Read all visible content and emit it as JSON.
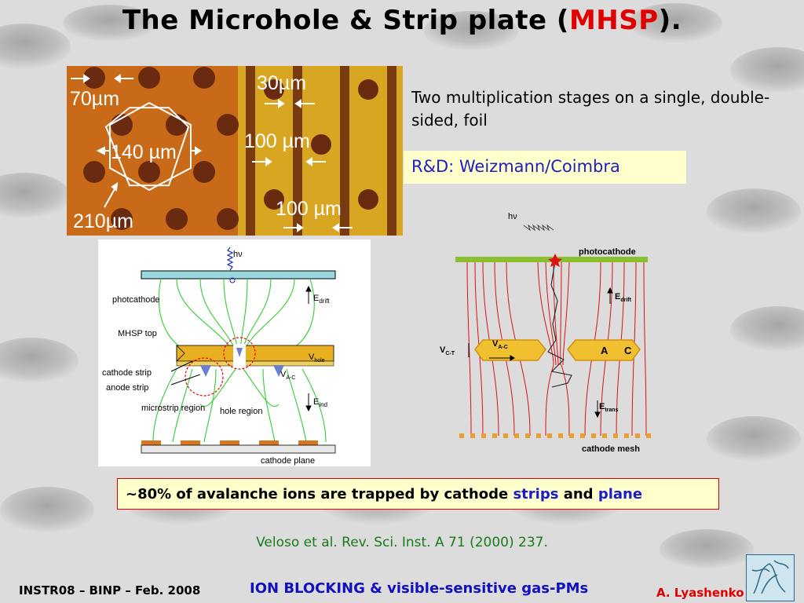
{
  "title": {
    "prefix": "The Microhole & Strip plate (",
    "accent": "MHSP",
    "suffix": ")."
  },
  "photo": {
    "label_70": "70µm",
    "label_140": "140 µm",
    "label_210": "210µm",
    "label_30": "30µm",
    "label_100a": "100 µm",
    "label_100b": "100 µm"
  },
  "description": "Two multiplication stages on a single, double-sided, foil",
  "rnd": "R&D: Weizmann/Coimbra",
  "diagram_left": {
    "hv": "hν",
    "photocathode": "photcathode",
    "mhsp_top": "MHSP top",
    "cathode_strip": "cathode strip",
    "anode_strip": "anode strip",
    "microstrip_region": "microstrip region",
    "hole_region": "hole region",
    "cathode_plane": "cathode plane",
    "e_drift": "E",
    "e_drift_sub": "drift",
    "e_ind": "E",
    "e_ind_sub": "ind",
    "v_hole": "V",
    "v_hole_sub": "hole",
    "v_ac": "V",
    "v_ac_sub": "A-C"
  },
  "diagram_right": {
    "hv": "hν",
    "photocathode": "photocathode",
    "e_drift": "E",
    "e_drift_sub": "drift",
    "v_ct": "V",
    "v_ct_sub": "C-T",
    "v_ac": "V",
    "v_ac_sub": "A-C",
    "a": "A",
    "c": "C",
    "e_trans": "E",
    "e_trans_sub": "trans",
    "cathode_mesh": "cathode mesh"
  },
  "trapped": {
    "prefix": "~80% of avalanche ions are trapped by cathode ",
    "strips": "strips",
    "and": " and ",
    "plane": "plane"
  },
  "reference": "Veloso et al. Rev. Sci. Inst. A 71 (2000) 237.",
  "footer": {
    "left": "INSTR08 – BINP – Feb. 2008",
    "middle": "ION BLOCKING & visible-sensitive gas-PMs",
    "right": "A. Lyashenko"
  },
  "colors": {
    "accent_red": "#e00000",
    "blue_text": "#1a1ad0",
    "reference_green": "#1a7a1a",
    "highlight_yellow": "#ffffcc"
  }
}
